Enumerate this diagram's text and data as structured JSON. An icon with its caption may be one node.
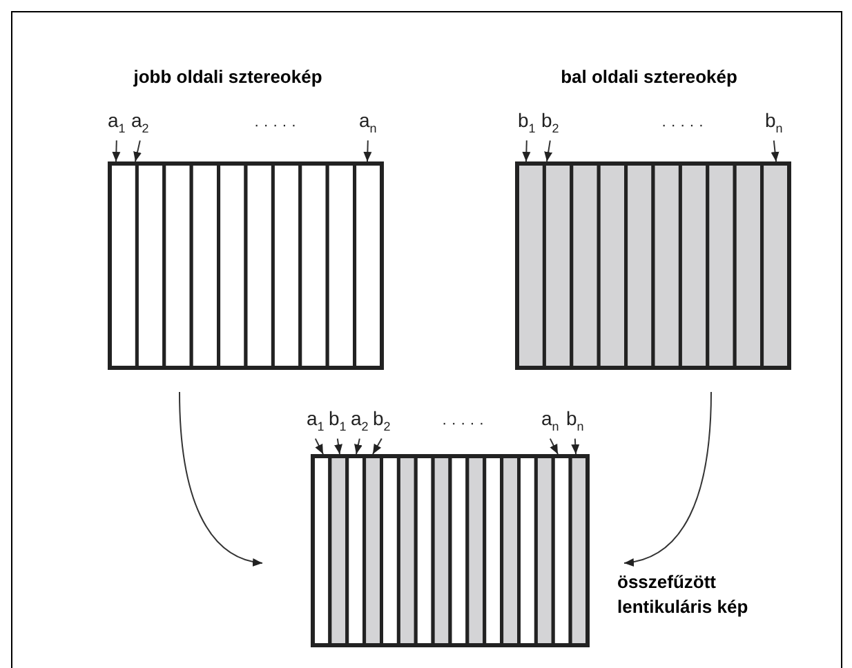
{
  "diagram": {
    "nodes": [
      {
        "text": [
          "jobb oldali sztereokép"
        ]
      },
      {
        "text": [
          "bal oldali sztereokép"
        ]
      },
      {
        "text": [],
        "shape": "box",
        "beside": [
          "összefűzött lentikuláris kép"
        ]
      },
      {
        "text": [
          "a$_{1}$"
        ]
      },
      {
        "text": [
          "a$_{2}$"
        ]
      },
      {
        "text": [
          "a$_{n}$"
        ]
      },
      {
        "text": [
          "b$_{1}$"
        ]
      },
      {
        "text": [
          "b$_{2}$"
        ]
      },
      {
        "text": [
          "b$_{n}$"
        ]
      },
      {
        "text": [
          "a$_{1}$"
        ]
      },
      {
        "text": [
          "b$_{1}$"
        ]
      },
      {
        "text": [
          "a$_{2}$"
        ]
      },
      {
        "text": [
          "b$_{2}$"
        ]
      },
      {
        "text": [
          "a$_{n}$"
        ]
      },
      {
        "text": [
          "b$_{n}$"
        ]
      }
    ],
    "edges": [
      {
        "from": 0,
        "to": 2,
        "arrow": "to"
      },
      {
        "from": 1,
        "to": 2,
        "arrow": "to"
      },
      {
        "from": 3,
        "to": 0,
        "arrow": "to"
      },
      {
        "from": 4,
        "to": 0,
        "arrow": "to"
      },
      {
        "from": 5,
        "to": 0,
        "arrow": "to"
      },
      {
        "from": 6,
        "to": 1,
        "arrow": "to"
      },
      {
        "from": 7,
        "to": 1,
        "arrow": "to"
      },
      {
        "from": 8,
        "to": 1,
        "arrow": "to"
      },
      {
        "from": 9,
        "to": 2,
        "arrow": "to"
      },
      {
        "from": 10,
        "to": 2,
        "arrow": "to"
      },
      {
        "from": 11,
        "to": 2,
        "arrow": "to"
      },
      {
        "from": 12,
        "to": 2,
        "arrow": "to"
      },
      {
        "from": 13,
        "to": 2,
        "arrow": "to"
      },
      {
        "from": 14,
        "to": 2,
        "arrow": "to"
      }
    ],
    "labels": [
      "· · · · ·",
      "· · · · ·",
      "· · · · ·"
    ]
  }
}
